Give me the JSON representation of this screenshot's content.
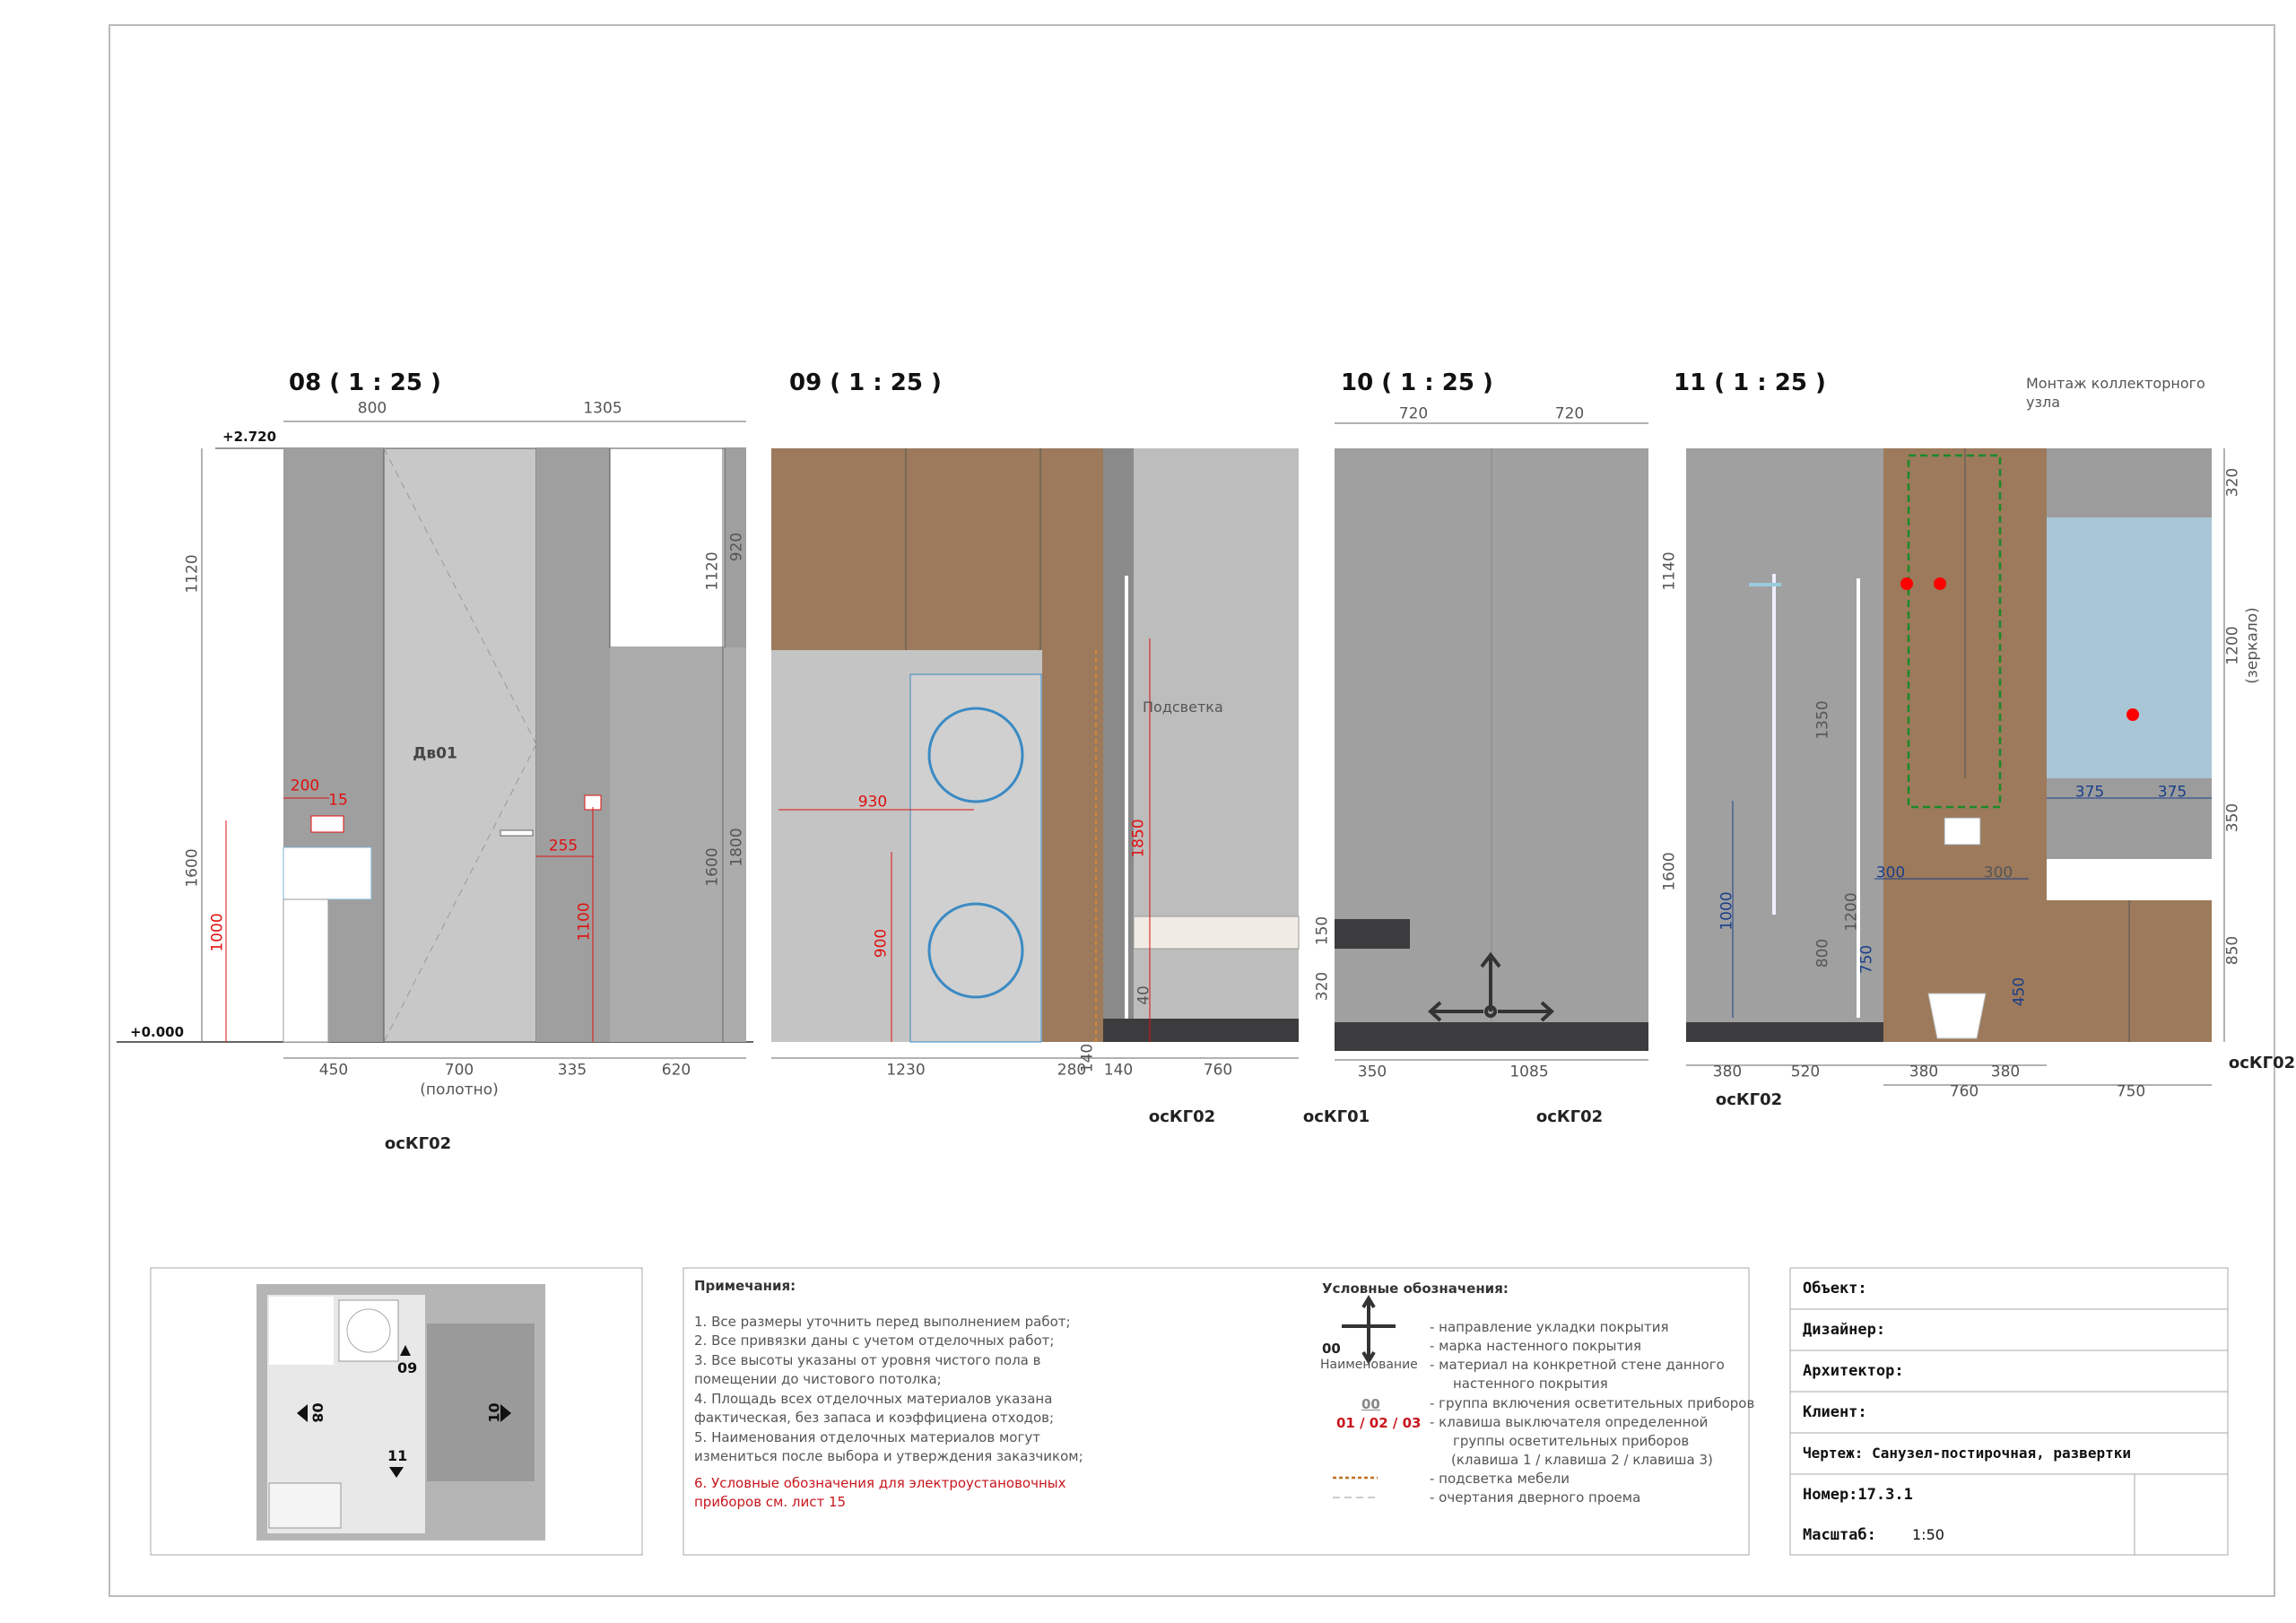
{
  "elevations": [
    {
      "id": "08",
      "title": "08 (  1 : 25 )",
      "level_top": "+2.720",
      "level_floor": "+0.000",
      "door_mark": "Дв01",
      "dims": [
        "800",
        "1305",
        "1120",
        "1600",
        "1120",
        "920",
        "1600",
        "1800",
        "450",
        "700",
        "335",
        "620",
        "(полотно)"
      ],
      "electrical_dims": [
        "200",
        "15",
        "255",
        "1000",
        "1100"
      ],
      "material_tags": [
        "осКГ02"
      ]
    },
    {
      "id": "09",
      "title": "09 (  1 : 25 )",
      "callout": "Подсветка",
      "dims": [
        "1230",
        "280",
        "140",
        "760",
        "40",
        "140"
      ],
      "electrical_dims": [
        "930",
        "900",
        "1850"
      ],
      "material_tags": [
        "осКГ02",
        "осКГ01"
      ]
    },
    {
      "id": "10",
      "title": "10 (  1 : 25 )",
      "dims": [
        "720",
        "720",
        "150",
        "320",
        "350",
        "1085"
      ],
      "material_tags": [
        "осКГ02"
      ]
    },
    {
      "id": "11",
      "title": "11 (  1 : 25 )",
      "callout": [
        "Монтаж коллекторного",
        "узла"
      ],
      "dims": [
        "1140",
        "1600",
        "1350",
        "1200",
        "800",
        "300",
        "320",
        "1200",
        "(зеркало)",
        "350",
        "850",
        "380",
        "520",
        "380",
        "380",
        "760",
        "750"
      ],
      "plumbing_dims": [
        "1000",
        "750",
        "300",
        "450",
        "375",
        "375"
      ],
      "material_tags": [
        "осКГ02",
        "осКГ02"
      ]
    }
  ],
  "plan": {
    "markers": [
      "08",
      "09",
      "10",
      "11"
    ]
  },
  "notes": {
    "title": "Примечания:",
    "items": [
      "1. Все размеры уточнить перед выполнением работ;",
      "2. Все привязки даны с учетом отделочных работ;",
      "3. Все высоты указаны от уровня чистого пола в",
      " помещении до чистового потолка;",
      "4. Площадь всех отделочных материалов указана",
      " фактическая, без запаса и коэффициена отходов;",
      "5. Наименования отделочных материалов могут",
      " измениться после выбора и утверждения заказчиком;"
    ],
    "red_note": [
      "6. Условные обозначения для электроустановочных",
      "приборов см. лист 15"
    ]
  },
  "legend": {
    "title": "Условные обозначения:",
    "mark_code": "00",
    "name_label": "Наименование",
    "group_code": "00",
    "switch_code": "01 / 02 / 03",
    "items": [
      "- направление укладки покрытия",
      "- марка настенного покрытия",
      "- материал на конкретной стене данного",
      "настенного покрытия",
      "- группа включения осветительных приборов",
      "- клавиша выключателя определенной",
      "группы осветительных приборов",
      "(клавиша 1 / клавиша 2 / клавиша 3)",
      "- подсветка мебели",
      "- очертания дверного проема"
    ]
  },
  "title_block": {
    "object": "Объект:",
    "designer": "Дизайнер:",
    "architect": "Архитектор:",
    "client": "Клиент:",
    "drawing": "Чертеж:  Санузел-постирочная, развертки",
    "number": "Номер:17.3.1",
    "scale_label": "Масштаб:",
    "scale_value": "1:50"
  },
  "colors": {
    "electrical": "#e01010",
    "plumbing": "#1a3f8a",
    "tile": "#9e9e9e",
    "wood": "#9c7a5b",
    "mirror": "#a9c6d6",
    "collector_outline": "#1a8a2a",
    "furniture_light": "#d2843a"
  }
}
